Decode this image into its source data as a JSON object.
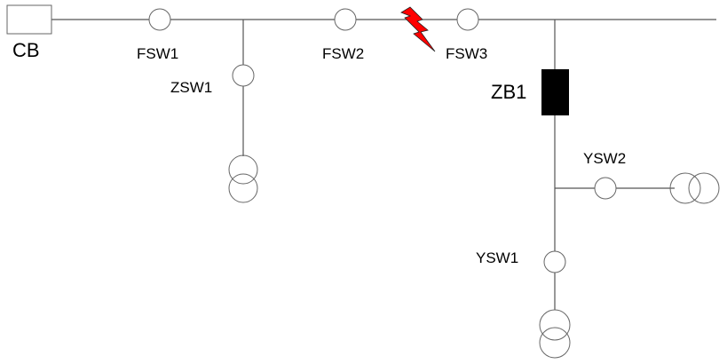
{
  "labels": {
    "breaker": "CB",
    "switches": {
      "fsw1": "FSW1",
      "fsw2": "FSW2",
      "fsw3": "FSW3",
      "zsw1": "ZSW1",
      "ysw1": "YSW1",
      "ysw2": "YSW2"
    },
    "branch_box": "ZB1"
  },
  "colors": {
    "line": "#555555",
    "switch_stroke": "#666666",
    "box_fill": "#000000",
    "fault_fill": "#ff0000",
    "text": "#000000"
  },
  "icons": {
    "fault": "lightning-fault-icon",
    "transformer": "transformer-icon",
    "switch": "switch-circle-icon"
  }
}
